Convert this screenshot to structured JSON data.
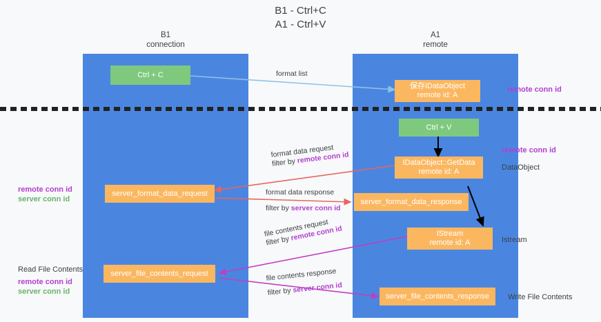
{
  "title": {
    "line1": "B1 - Ctrl+C",
    "line2": "A1 - Ctrl+V"
  },
  "columns": [
    {
      "id": "b1",
      "name": "B1",
      "role": "connection"
    },
    {
      "id": "a1",
      "name": "A1",
      "role": "remote"
    }
  ],
  "nodes": {
    "ctrl_c": {
      "line1": "Ctrl + C",
      "line2": ""
    },
    "save_idataobject": {
      "line1": "保存IDataObject",
      "line2": "remote id: A"
    },
    "ctrl_v": {
      "line1": "Ctrl + V",
      "line2": ""
    },
    "getdata": {
      "line1": "IDataObject::GetData",
      "line2": "remote id: A"
    },
    "server_format_data_request": {
      "line1": "server_format_data_request",
      "line2": ""
    },
    "server_format_data_response": {
      "line1": "server_format_data_response",
      "line2": ""
    },
    "istream": {
      "line1": "IStream",
      "line2": "remote id: A"
    },
    "server_file_contents_request": {
      "line1": "server_file_contents_request",
      "line2": ""
    },
    "server_file_contents_response": {
      "line1": "server_file_contents_response",
      "line2": ""
    }
  },
  "edges": {
    "format_list": "format list",
    "format_data_request": "format data request",
    "format_data_request_filter_pre": "filter by ",
    "format_data_request_filter_key": "remote conn id",
    "format_data_response": "format data response",
    "format_data_response_filter_pre": "filter by ",
    "format_data_response_filter_key": "server conn id",
    "file_contents_request": "file contents request",
    "file_contents_request_filter_pre": "filter by ",
    "file_contents_request_filter_key": "remote conn id",
    "file_contents_response": "file contents response",
    "file_contents_response_filter_pre": "filter by ",
    "file_contents_response_filter_key": "server conn id"
  },
  "annotations": {
    "right_remote_conn_id_top": "remote conn id",
    "right_remote_conn_id_mid": "remote conn id",
    "right_dataobject": "DataObject",
    "right_istream": "Istream",
    "right_write_file_contents": "Write File Contents",
    "left_remote_conn_id_mid": "remote conn id",
    "left_server_conn_id_mid": "server conn id",
    "left_read_file_contents": "Read File Contents",
    "left_remote_conn_id_bottom": "remote conn id",
    "left_server_conn_id_bottom": "server conn id"
  },
  "colors": {
    "lane": "#4a86e0",
    "node_green": "#7fc97f",
    "node_orange": "#fbb760",
    "accent_purple": "#b23fd0",
    "accent_green": "#68b468",
    "arrow_blue": "#8fc2e8",
    "arrow_red": "#e8645f",
    "arrow_magenta": "#c03fc0",
    "arrow_black": "#000000",
    "background": "#f8f9fa"
  }
}
